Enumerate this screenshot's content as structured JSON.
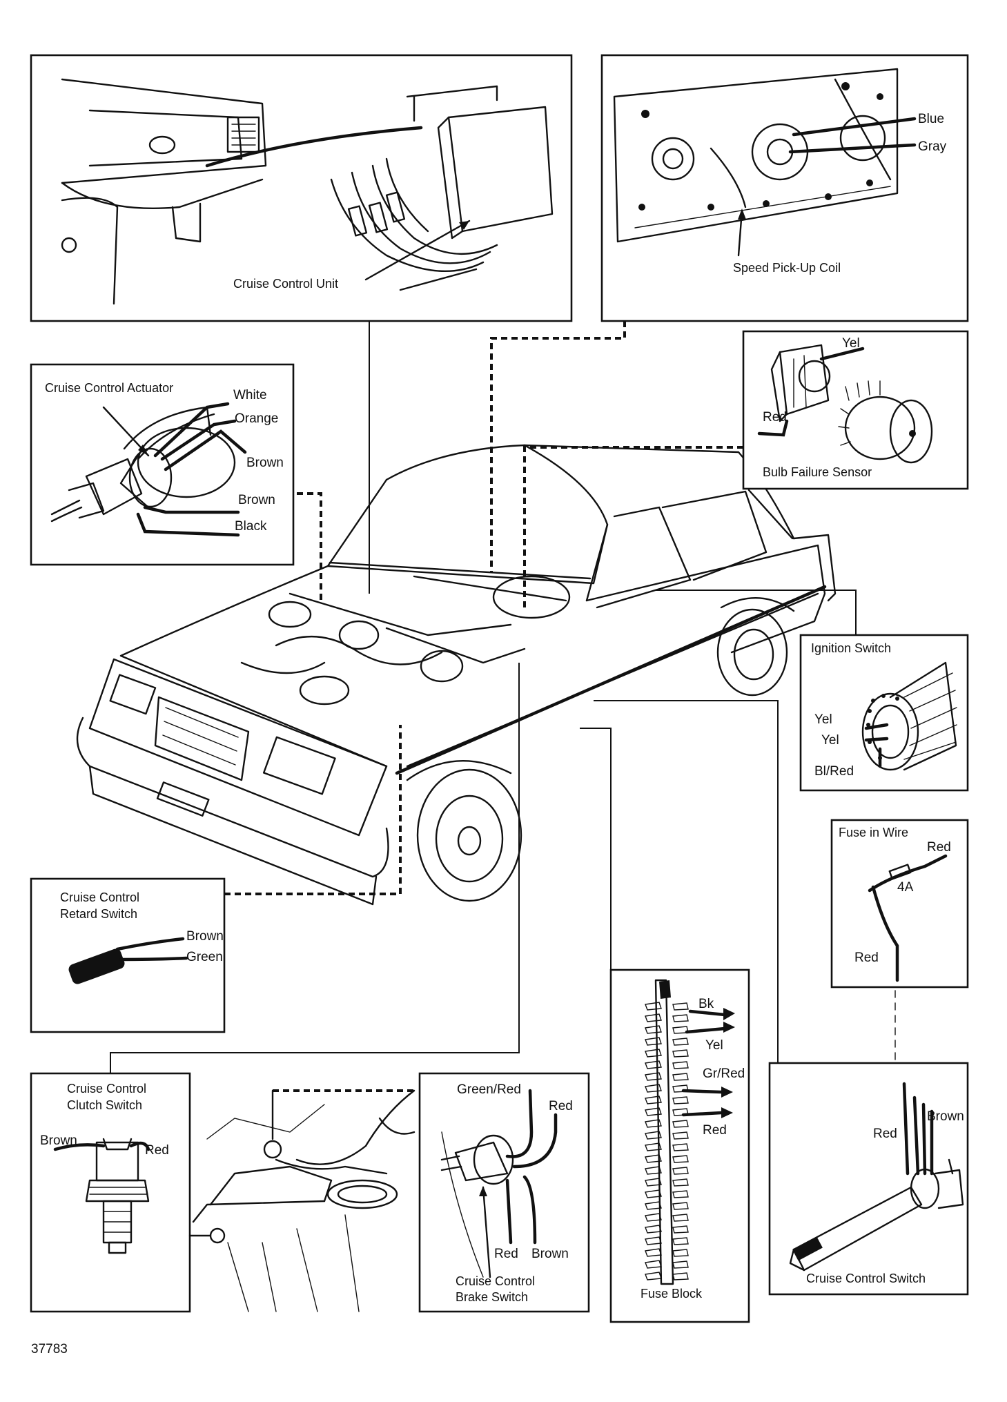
{
  "figure_id": "37783",
  "panels": {
    "cruise_control_unit": {
      "label": "Cruise Control Unit"
    },
    "speed_pickup": {
      "blue": "Blue",
      "gray": "Gray",
      "label": "Speed Pick-Up Coil"
    },
    "bulb_failure": {
      "yel": "Yel",
      "red": "Red",
      "label": "Bulb Failure Sensor"
    },
    "actuator": {
      "label": "Cruise Control Actuator",
      "white": "White",
      "orange": "Orange",
      "brown1": "Brown",
      "brown2": "Brown",
      "black": "Black"
    },
    "ignition": {
      "label": "Ignition Switch",
      "yel1": "Yel",
      "yel2": "Yel",
      "blred": "Bl/Red"
    },
    "fuse_in_wire": {
      "label": "Fuse in Wire",
      "red_top": "Red",
      "rating": "4A",
      "red_bottom": "Red"
    },
    "retard_switch": {
      "label_line1": "Cruise Control",
      "label_line2": "Retard Switch",
      "brown": "Brown",
      "green": "Green"
    },
    "clutch_switch": {
      "label_line1": "Cruise Control",
      "label_line2": "Clutch Switch",
      "brown": "Brown",
      "red": "Red"
    },
    "brake_switch": {
      "green_red": "Green/Red",
      "red_top": "Red",
      "red": "Red",
      "brown": "Brown",
      "label_line1": "Cruise Control",
      "label_line2": "Brake Switch"
    },
    "fuse_block": {
      "bk": "Bk",
      "yel": "Yel",
      "gr_red": "Gr/Red",
      "red": "Red",
      "label": "Fuse Block"
    },
    "cruise_switch": {
      "red": "Red",
      "brown": "Brown",
      "label": "Cruise Control Switch"
    }
  }
}
